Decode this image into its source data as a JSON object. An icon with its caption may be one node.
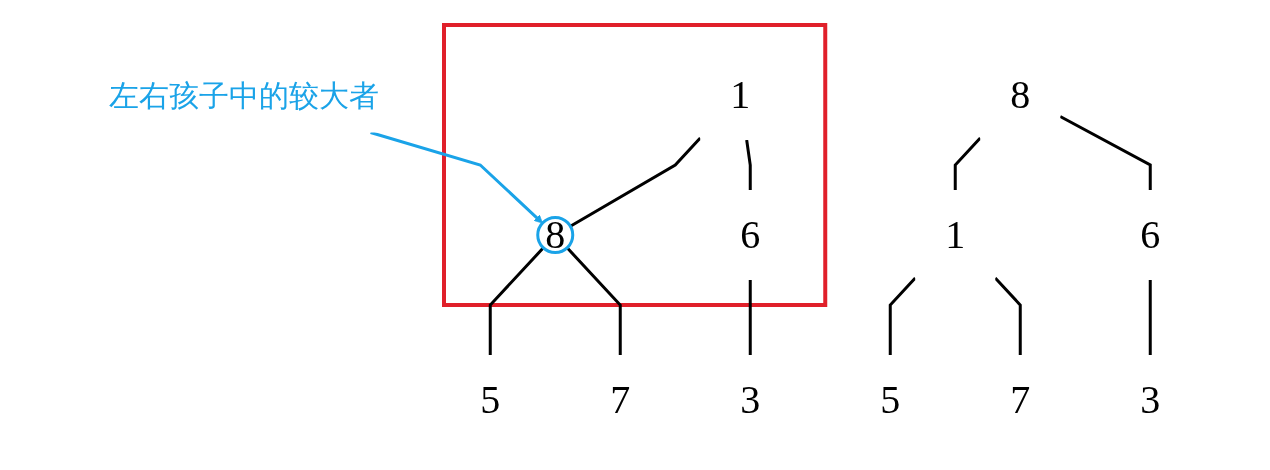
{
  "diagram": {
    "nodes": [
      {
        "text": [],
        "shape": "box"
      },
      {
        "text": [
          "1"
        ],
        "in": 0
      },
      {
        "text": [
          "8"
        ],
        "in": 0
      },
      {
        "text": [
          "6"
        ],
        "in": 0
      },
      {
        "text": [
          "5"
        ]
      },
      {
        "text": [
          "7"
        ]
      },
      {
        "text": [
          "3"
        ]
      },
      {
        "text": [
          "左右孩子中的较大者"
        ]
      },
      {
        "text": [
          "8"
        ]
      },
      {
        "text": [
          "1"
        ]
      },
      {
        "text": [
          "6"
        ]
      },
      {
        "text": [
          "5"
        ]
      },
      {
        "text": [
          "7"
        ]
      },
      {
        "text": [
          "3"
        ]
      }
    ],
    "edges": [
      {
        "from": 1,
        "to": 2,
        "arrow": "none"
      },
      {
        "from": 1,
        "to": 3,
        "arrow": "none"
      },
      {
        "from": 2,
        "to": 4,
        "arrow": "none"
      },
      {
        "from": 2,
        "to": 5,
        "arrow": "none"
      },
      {
        "from": 3,
        "to": 6,
        "arrow": "none"
      },
      {
        "from": 7,
        "to": 2,
        "arrow": "to",
        "color": "#1aa3e8"
      },
      {
        "from": 8,
        "to": 9,
        "arrow": "none"
      },
      {
        "from": 8,
        "to": 10,
        "arrow": "none"
      },
      {
        "from": 9,
        "to": 11,
        "arrow": "none"
      },
      {
        "from": 9,
        "to": 12,
        "arrow": "none"
      },
      {
        "from": 10,
        "to": 13,
        "arrow": "none"
      }
    ]
  }
}
